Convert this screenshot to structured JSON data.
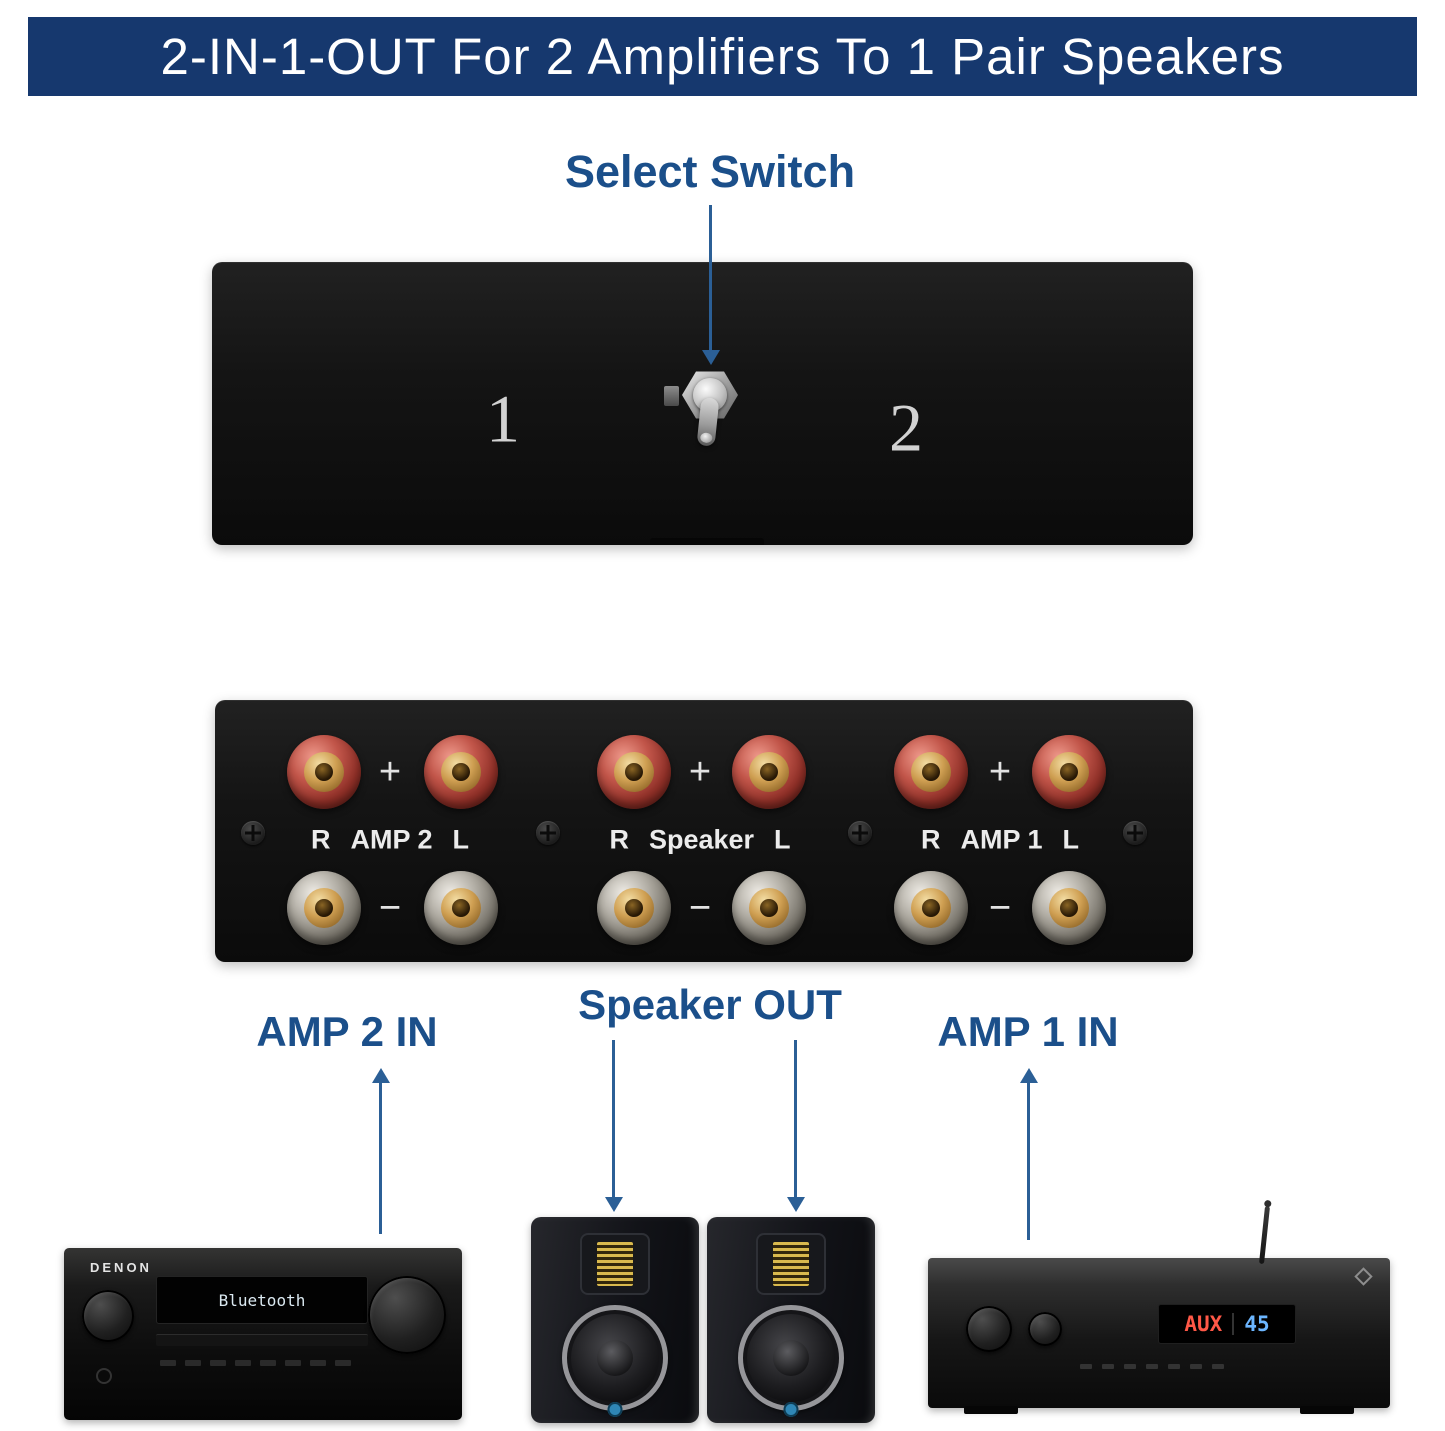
{
  "banner": {
    "title": "2-IN-1-OUT For 2 Amplifiers To 1 Pair Speakers"
  },
  "annotations": {
    "select_switch": "Select Switch",
    "amp2_in": "AMP 2 IN",
    "speaker_out": "Speaker OUT",
    "amp1_in": "AMP 1 IN"
  },
  "front_panel": {
    "position_1": "1",
    "position_2": "2"
  },
  "back_panel": {
    "groups": [
      {
        "channel_right": "R",
        "name": "AMP 2",
        "channel_left": "L",
        "plus": "+",
        "minus": "−"
      },
      {
        "channel_right": "R",
        "name": "Speaker",
        "channel_left": "L",
        "plus": "+",
        "minus": "−"
      },
      {
        "channel_right": "R",
        "name": "AMP 1",
        "channel_left": "L",
        "plus": "+",
        "minus": "−"
      }
    ]
  },
  "devices": {
    "receiver": {
      "brand": "DENON",
      "display": "Bluetooth"
    },
    "amplifier": {
      "source": "AUX",
      "value": "45"
    }
  },
  "colors": {
    "banner_bg": "#16386e",
    "annotation_text": "#1b4f8a",
    "arrow": "#2b5f96",
    "chassis_black": "#141414",
    "terminal_red": "#a8382e",
    "terminal_gold": "#cf9f52",
    "amp_display_source": "#ff5847",
    "amp_display_value": "#6cb6ff"
  }
}
